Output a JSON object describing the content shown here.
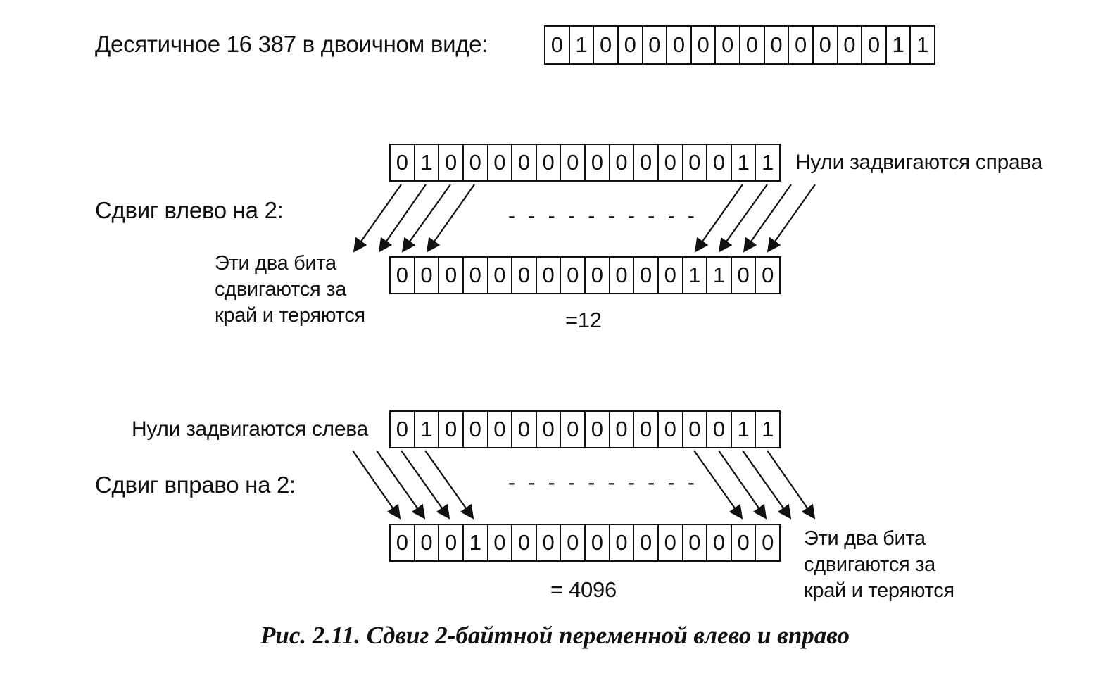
{
  "top": {
    "label": "Десятичное 16 387 в двоичном виде:",
    "bits": [
      "0",
      "1",
      "0",
      "0",
      "0",
      "0",
      "0",
      "0",
      "0",
      "0",
      "0",
      "0",
      "0",
      "0",
      "1",
      "1"
    ]
  },
  "left_shift": {
    "label": "Сдвиг влево на 2:",
    "source_bits": [
      "0",
      "1",
      "0",
      "0",
      "0",
      "0",
      "0",
      "0",
      "0",
      "0",
      "0",
      "0",
      "0",
      "0",
      "1",
      "1"
    ],
    "result_bits": [
      "0",
      "0",
      "0",
      "0",
      "0",
      "0",
      "0",
      "0",
      "0",
      "0",
      "0",
      "0",
      "1",
      "1",
      "0",
      "0"
    ],
    "zeros_note": "Нули задвигаются справа",
    "lost_note": [
      "Эти два бита",
      "сдвигаются за",
      "край и теряются"
    ],
    "dashes": "- - - - - - - - - -",
    "result": "=12"
  },
  "right_shift": {
    "label": "Сдвиг вправо на 2:",
    "source_bits": [
      "0",
      "1",
      "0",
      "0",
      "0",
      "0",
      "0",
      "0",
      "0",
      "0",
      "0",
      "0",
      "0",
      "0",
      "1",
      "1"
    ],
    "result_bits": [
      "0",
      "0",
      "0",
      "1",
      "0",
      "0",
      "0",
      "0",
      "0",
      "0",
      "0",
      "0",
      "0",
      "0",
      "0",
      "0"
    ],
    "zeros_note": "Нули задвигаются слева",
    "lost_note": [
      "Эти два бита",
      "сдвигаются за",
      "край и теряются"
    ],
    "dashes": "- - - - - - - - - -",
    "result": "= 4096"
  },
  "caption": "Рис. 2.11. Сдвиг 2-байтной переменной влево и вправо"
}
